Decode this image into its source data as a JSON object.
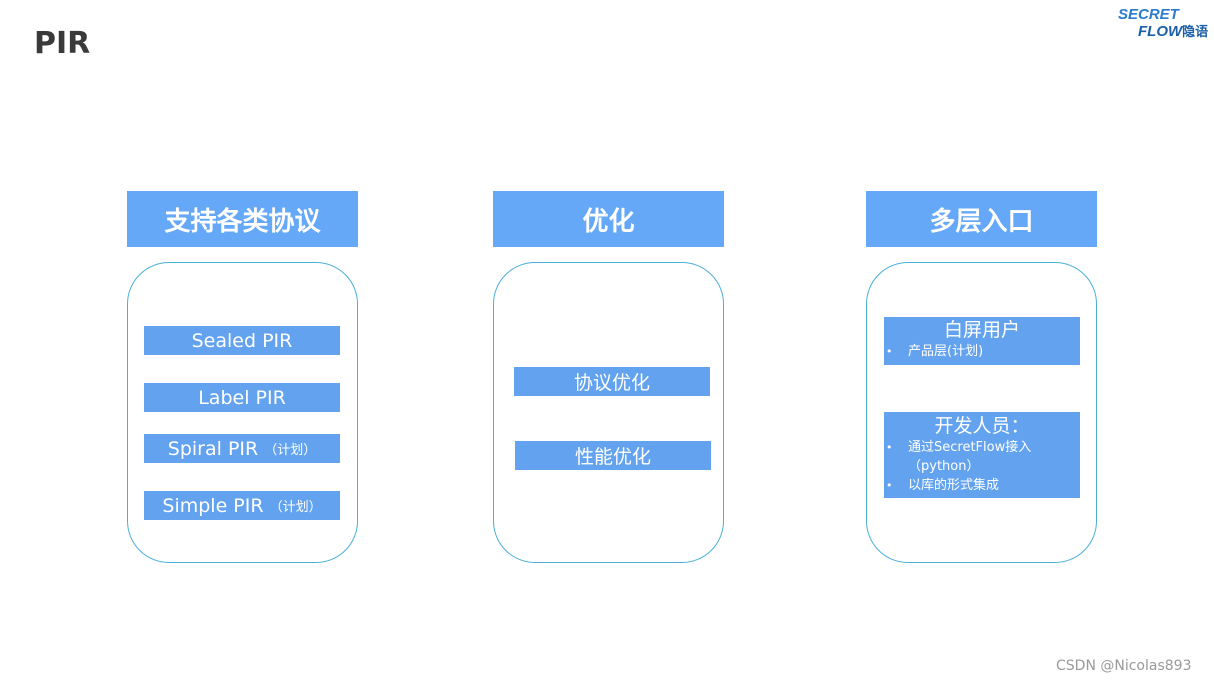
{
  "page": {
    "title": "PIR"
  },
  "logo": {
    "line1": "SECRET",
    "line2": "FLOW",
    "cn": "隐语"
  },
  "columns": [
    {
      "header": "支持各类协议",
      "items": [
        {
          "label": "Sealed PIR",
          "note": ""
        },
        {
          "label": "Label PIR",
          "note": ""
        },
        {
          "label": "Spiral PIR",
          "note": "（计划）"
        },
        {
          "label": "Simple PIR",
          "note": "（计划）"
        }
      ]
    },
    {
      "header": "优化",
      "items": [
        {
          "label": "协议优化"
        },
        {
          "label": "性能优化"
        }
      ]
    },
    {
      "header": "多层入口",
      "cards": [
        {
          "title": "白屏用户",
          "bullets": [
            {
              "text": "产品层",
              "note": "(计划)"
            }
          ]
        },
        {
          "title": "开发人员：",
          "bullets": [
            {
              "text": "通过SecretFlow接入",
              "cont": "（python）"
            },
            {
              "text": "以库的形式集成"
            }
          ]
        }
      ]
    }
  ],
  "watermark": "CSDN @Nicolas893"
}
